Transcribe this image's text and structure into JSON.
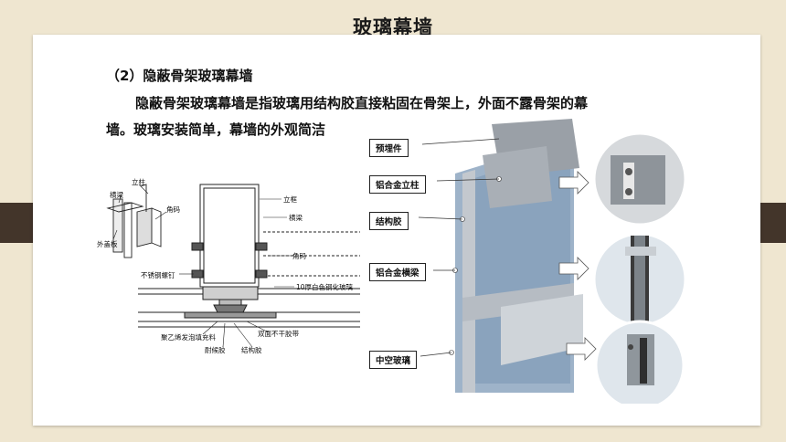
{
  "slide": {
    "title": "玻璃幕墙",
    "heading": "（2）隐蔽骨架玻璃幕墙",
    "paragraph_line1": "隐蔽骨架玻璃幕墙是指玻璃用结构胶直接粘固在骨架上，外面不露骨架的幕",
    "paragraph_line2": "墙。玻璃安装简单，幕墙的外观简洁"
  },
  "drawing_labels": {
    "lizhu": "立柱",
    "hengliang": "横梁",
    "waigaiban": "外盖板",
    "jiaoma": "角码",
    "lizhu2": "立框",
    "hengliang2": "横梁",
    "jiaoma2": "角码",
    "buxiugang": "不锈钢螺钉",
    "glass": "10厚白色钢化玻璃",
    "foam": "聚乙烯发泡填充料",
    "tape": "双面不干胶带",
    "weather": "耐候胶",
    "structural": "结构胶"
  },
  "photo_callouts": {
    "embedded": "预埋件",
    "al_column": "铝合金立柱",
    "structural_glue": "结构胶",
    "al_beam": "铝合金横梁",
    "insulated_glass": "中空玻璃"
  },
  "colors": {
    "background": "#efe6d0",
    "side_tab": "#43352a",
    "card": "#ffffff",
    "glass_blue": "#8fa9c4",
    "frame_gray": "#b9bfc6"
  }
}
